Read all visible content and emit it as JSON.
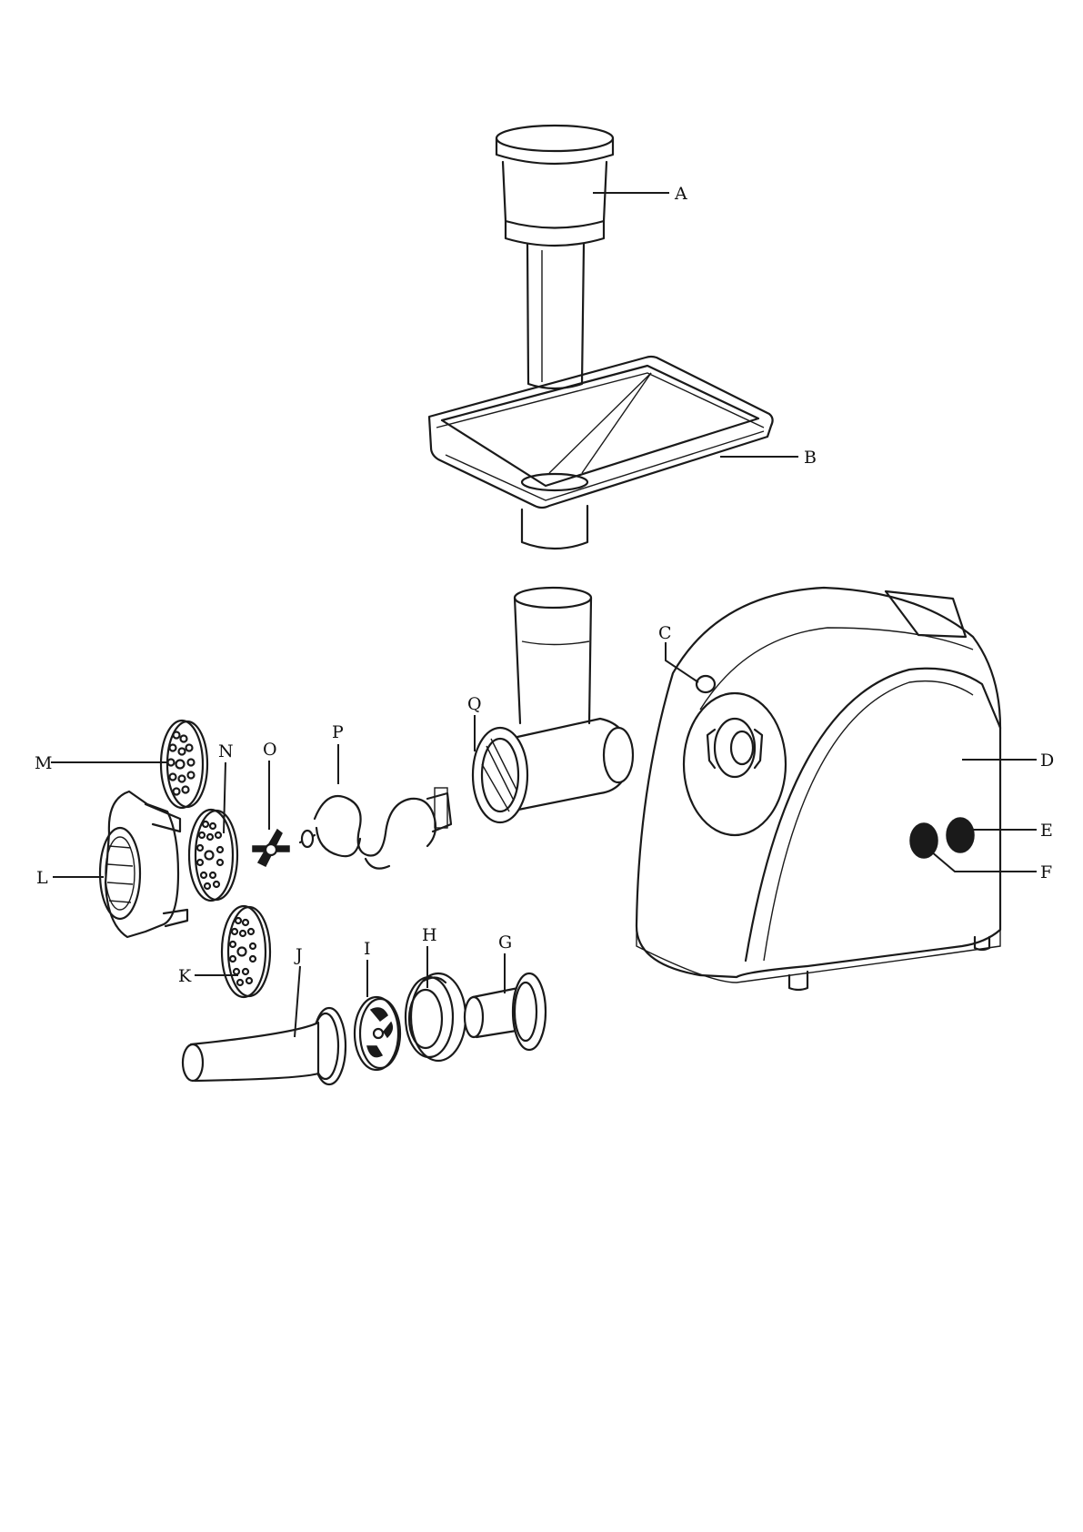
{
  "diagram": {
    "labels": [
      {
        "id": "A",
        "text": "A"
      },
      {
        "id": "B",
        "text": "B"
      },
      {
        "id": "C",
        "text": "C"
      },
      {
        "id": "D",
        "text": "D"
      },
      {
        "id": "E",
        "text": "E"
      },
      {
        "id": "F",
        "text": "F"
      },
      {
        "id": "G",
        "text": "G"
      },
      {
        "id": "H",
        "text": "H"
      },
      {
        "id": "I",
        "text": "I"
      },
      {
        "id": "J",
        "text": "J"
      },
      {
        "id": "K",
        "text": "K"
      },
      {
        "id": "L",
        "text": "L"
      },
      {
        "id": "M",
        "text": "M"
      },
      {
        "id": "N",
        "text": "N"
      },
      {
        "id": "O",
        "text": "O"
      },
      {
        "id": "P",
        "text": "P"
      },
      {
        "id": "Q",
        "text": "Q"
      }
    ]
  }
}
